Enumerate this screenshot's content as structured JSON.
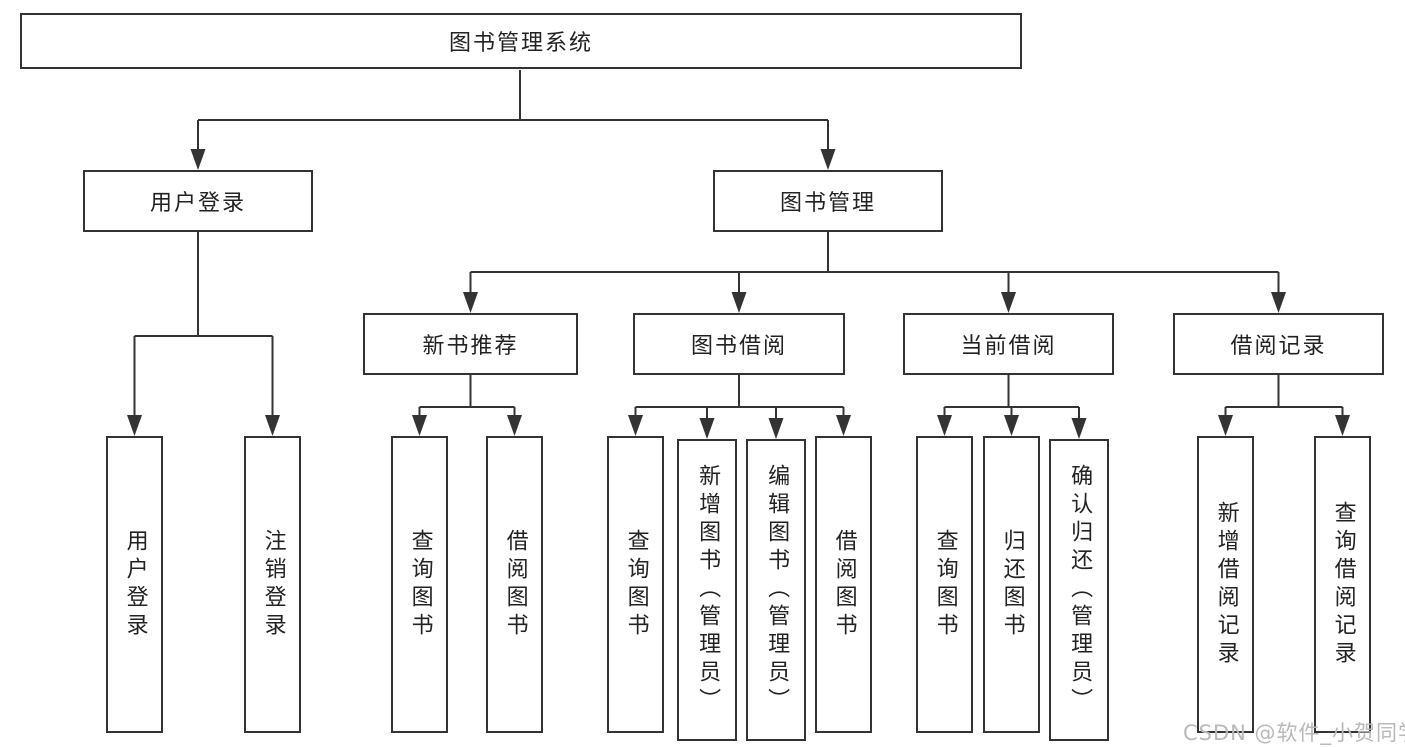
{
  "colors": {
    "line": "#333333",
    "box_border": "#333333",
    "text": "#222222",
    "background": "#ffffff",
    "watermark": "#b9b9b9"
  },
  "root": {
    "label": "图书管理系统"
  },
  "branches": [
    {
      "label": "用户登录"
    },
    {
      "label": "图书管理"
    }
  ],
  "groups": [
    {
      "label": "新书推荐"
    },
    {
      "label": "图书借阅"
    },
    {
      "label": "当前借阅"
    },
    {
      "label": "借阅记录"
    }
  ],
  "leaves": [
    {
      "label": "用户登录"
    },
    {
      "label": "注销登录"
    },
    {
      "label": "查询图书"
    },
    {
      "label": "借阅图书"
    },
    {
      "label": "查询图书"
    },
    {
      "label": "新增图书（管理员）"
    },
    {
      "label": "编辑图书（管理员）"
    },
    {
      "label": "借阅图书"
    },
    {
      "label": "查询图书"
    },
    {
      "label": "归还图书"
    },
    {
      "label": "确认归还（管理员）"
    },
    {
      "label": "新增借阅记录"
    },
    {
      "label": "查询借阅记录"
    }
  ],
  "watermark": {
    "text": "CSDN @软件_小贺同学"
  }
}
